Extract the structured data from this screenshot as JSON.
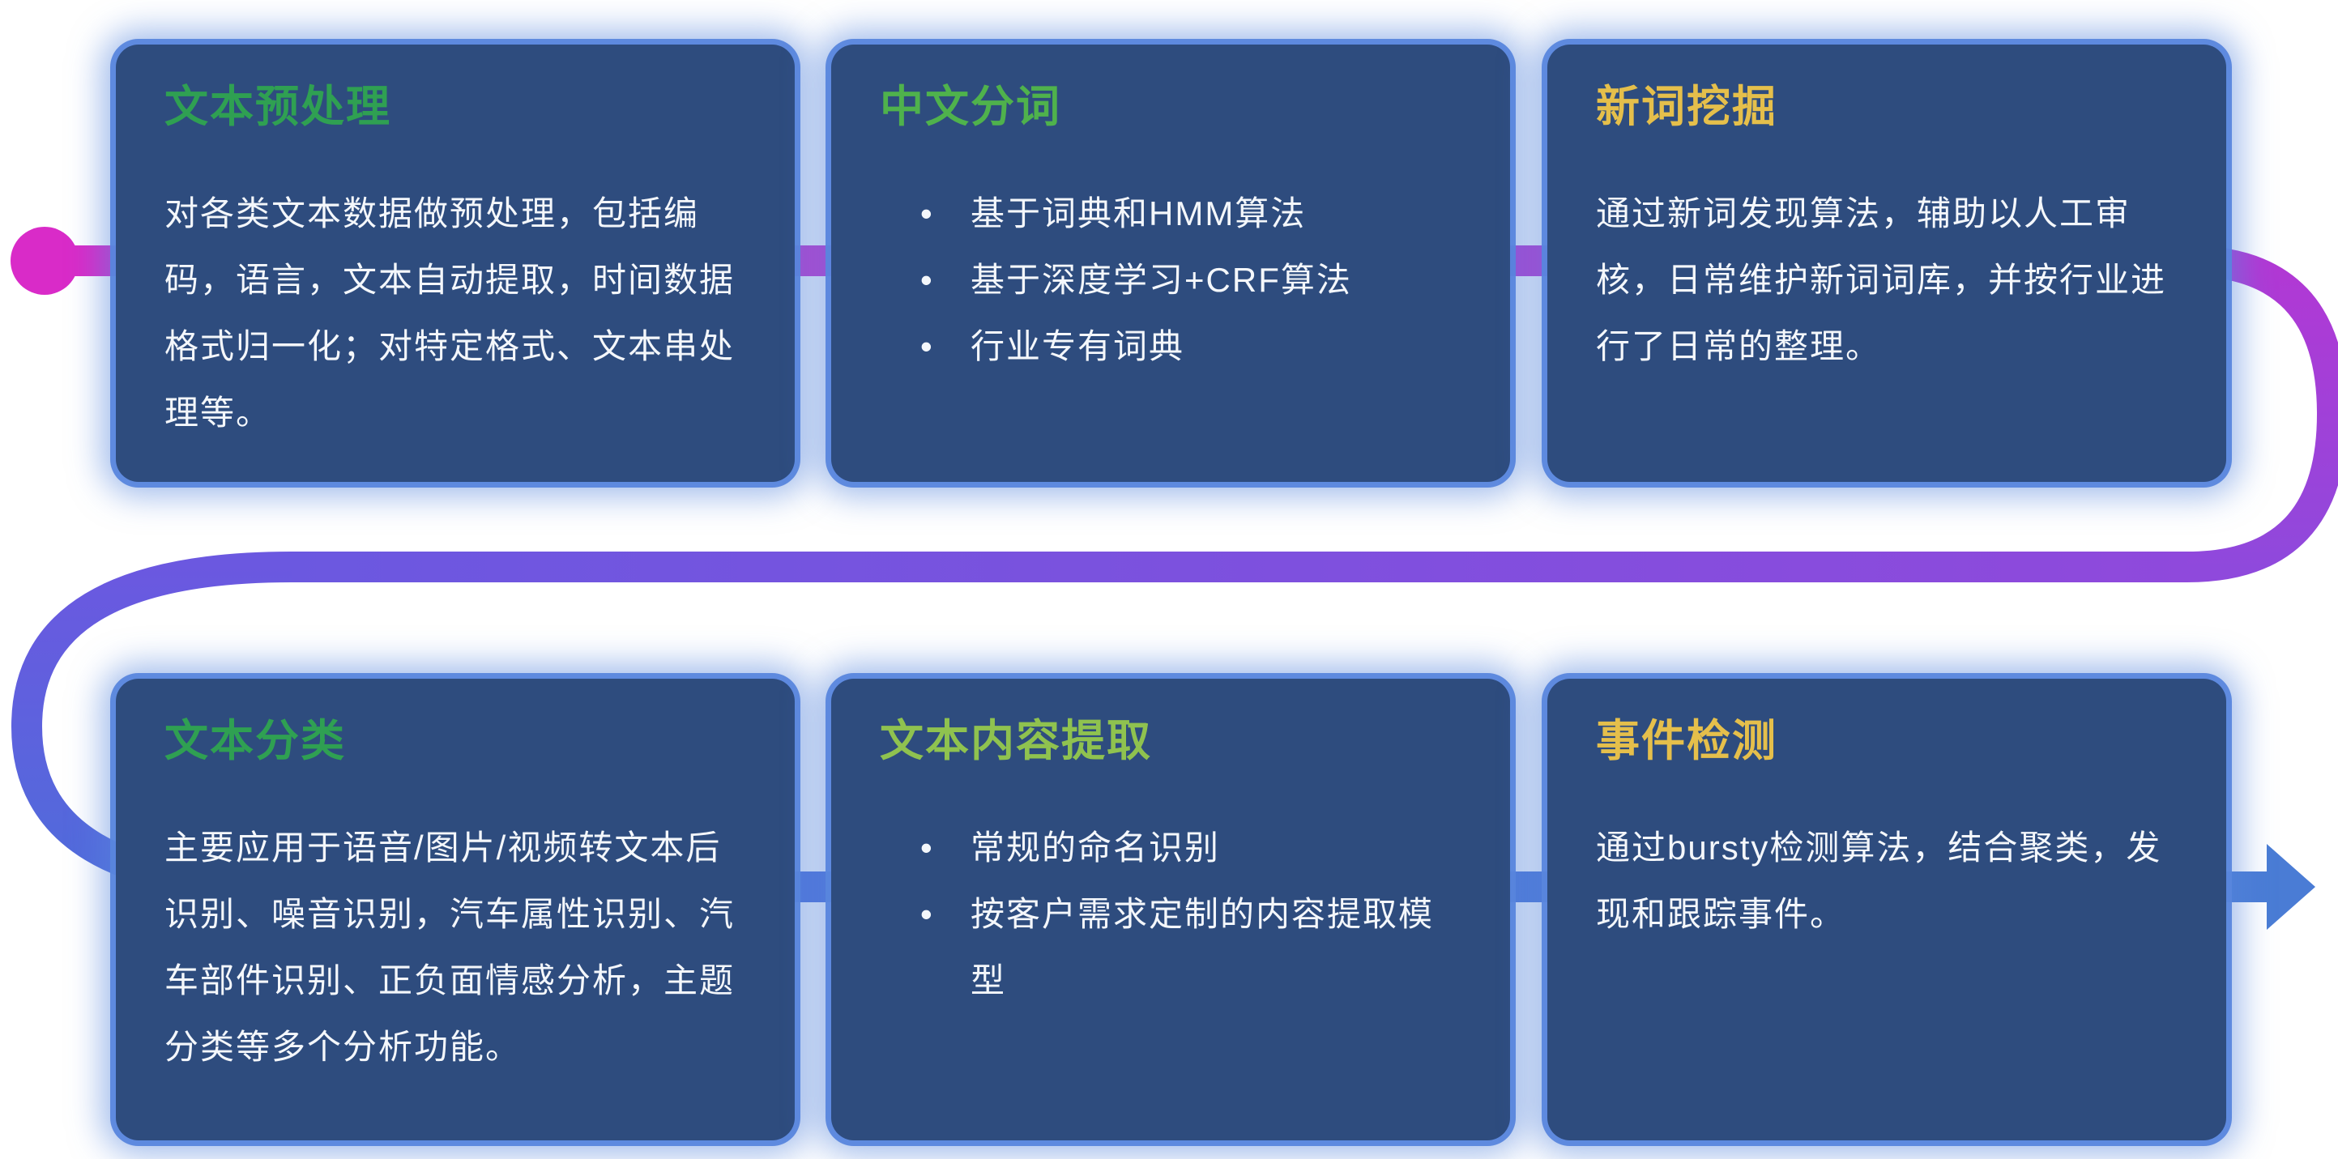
{
  "diagram": {
    "cards": [
      {
        "id": "text-preprocessing",
        "title": "文本预处理",
        "title_color": "#2fa052",
        "body": "对各类文本数据做预处理，包括编码，语言，文本自动提取，时间数据格式归一化；对特定格式、文本串处理等。"
      },
      {
        "id": "chinese-word-segmentation",
        "title": "中文分词",
        "title_color": "#4fb24c",
        "bullets": [
          "基于词典和HMM算法",
          "基于深度学习+CRF算法",
          "行业专有词典"
        ]
      },
      {
        "id": "new-word-mining",
        "title": "新词挖掘",
        "title_color": "#e5bf4b",
        "body": "通过新词发现算法，辅助以人工审核，日常维护新词词库，并按行业进行了日常的整理。"
      },
      {
        "id": "text-classification",
        "title": "文本分类",
        "title_color": "#2fa052",
        "body": "主要应用于语音/图片/视频转文本后识别、噪音识别，汽车属性识别、汽车部件识别、正负面情感分析，主题分类等多个分析功能。"
      },
      {
        "id": "text-content-extraction",
        "title": "文本内容提取",
        "title_color": "#8fc24f",
        "bullets": [
          "常规的命名识别",
          "按客户需求定制的内容提取模型"
        ]
      },
      {
        "id": "event-detection",
        "title": "事件检测",
        "title_color": "#e5bf4b",
        "body": "通过bursty检测算法，结合聚类，发现和跟踪事件。"
      }
    ],
    "flow": {
      "stops": [
        "#d92bc8",
        "#b238d4",
        "#8f49dc",
        "#6b58e0",
        "#4f6cdb",
        "#4a7cd5"
      ],
      "start_dot_color": "#d92bc8",
      "arrow_color": "#4a7cd5"
    },
    "colors": {
      "card_background": "#2e4c7e",
      "card_glow": "#5886dd",
      "body_text": "#f4f7fb",
      "page_background": "#ffffff"
    }
  }
}
